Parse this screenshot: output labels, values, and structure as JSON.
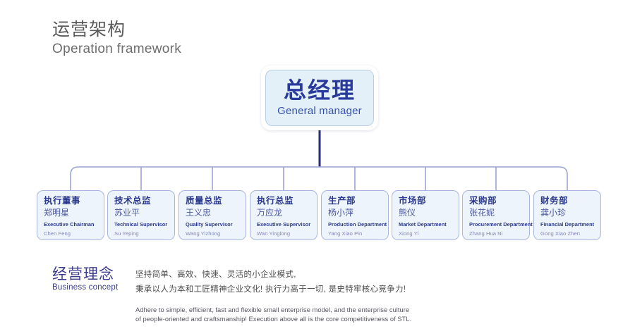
{
  "header": {
    "title_zh": "运营架构",
    "title_en": "Operation framework"
  },
  "manager": {
    "title_zh": "总经理",
    "title_en": "General manager"
  },
  "departments": [
    {
      "title_zh": "执行董事",
      "person_zh": "郑明星",
      "title_en": "Executive Chairman",
      "person_en": "Chen Feng"
    },
    {
      "title_zh": "技术总监",
      "person_zh": "苏业平",
      "title_en": "Technical Supervisor",
      "person_en": "Su Yeping"
    },
    {
      "title_zh": "质量总监",
      "person_zh": "王义忠",
      "title_en": "Quality Supervisor",
      "person_en": "Wang Yizhong"
    },
    {
      "title_zh": "执行总监",
      "person_zh": "万应龙",
      "title_en": "Executive Supervisor",
      "person_en": "Wan Yinglong"
    },
    {
      "title_zh": "生产部",
      "person_zh": "杨小萍",
      "title_en": "Production Department",
      "person_en": "Yang Xiao Pin"
    },
    {
      "title_zh": "市场部",
      "person_zh": "熊仪",
      "title_en": "Market Department",
      "person_en": "Xiong Yi"
    },
    {
      "title_zh": "采购部",
      "person_zh": "张花妮",
      "title_en": "Procurement Department",
      "person_en": "Zhang Hua Ni"
    },
    {
      "title_zh": "财务部",
      "person_zh": "龚小珍",
      "title_en": "Financial Department",
      "person_en": "Gong Xiao Zhen"
    }
  ],
  "concept": {
    "label_zh": "经营理念",
    "label_en": "Business concept",
    "body_zh_line1": "坚持简单、高效、快速、灵活的小企业模式,",
    "body_zh_line2": "秉承以人为本和工匠精神企业文化! 执行力高于一切, 是史特牢核心竞争力!",
    "body_en_line1": "Adhere to simple, efficient, fast and flexible small enterprise model, and the enterprise culture",
    "body_en_line2": "of people-oriented and craftsmanship! Execution above all is the core competitiveness of STL."
  },
  "colors": {
    "accent_navy": "#2a3a9c",
    "node_border": "#a9b6e0",
    "node_fill": "#eef4fb",
    "manager_fill": "#e3f0f7",
    "connector": "#9aa4d4",
    "stem": "#2b2b7a",
    "heading_gray": "#5a5a5a"
  }
}
